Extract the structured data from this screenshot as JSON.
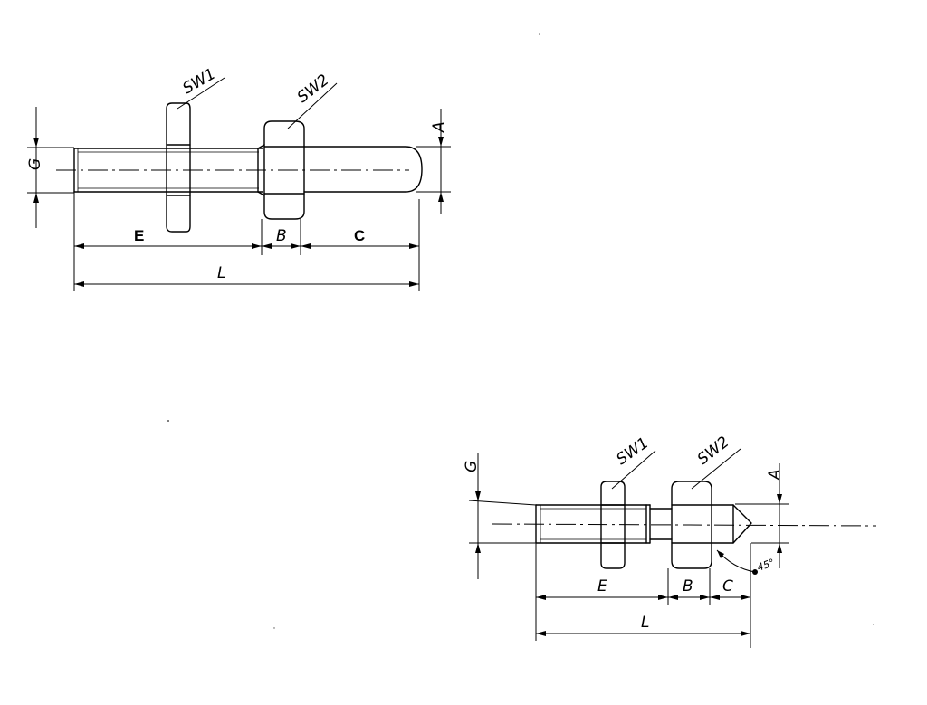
{
  "top_drawing": {
    "labels": {
      "sw1": "SW1",
      "sw2": "SW2",
      "a": "A",
      "g": "G",
      "e": "E",
      "b": "B",
      "c": "C",
      "l": "L"
    }
  },
  "bottom_drawing": {
    "labels": {
      "sw1": "SW1",
      "sw2": "SW2",
      "a": "A",
      "g": "G",
      "e": "E",
      "b": "B",
      "c": "C",
      "l": "L",
      "angle": "45°"
    }
  }
}
